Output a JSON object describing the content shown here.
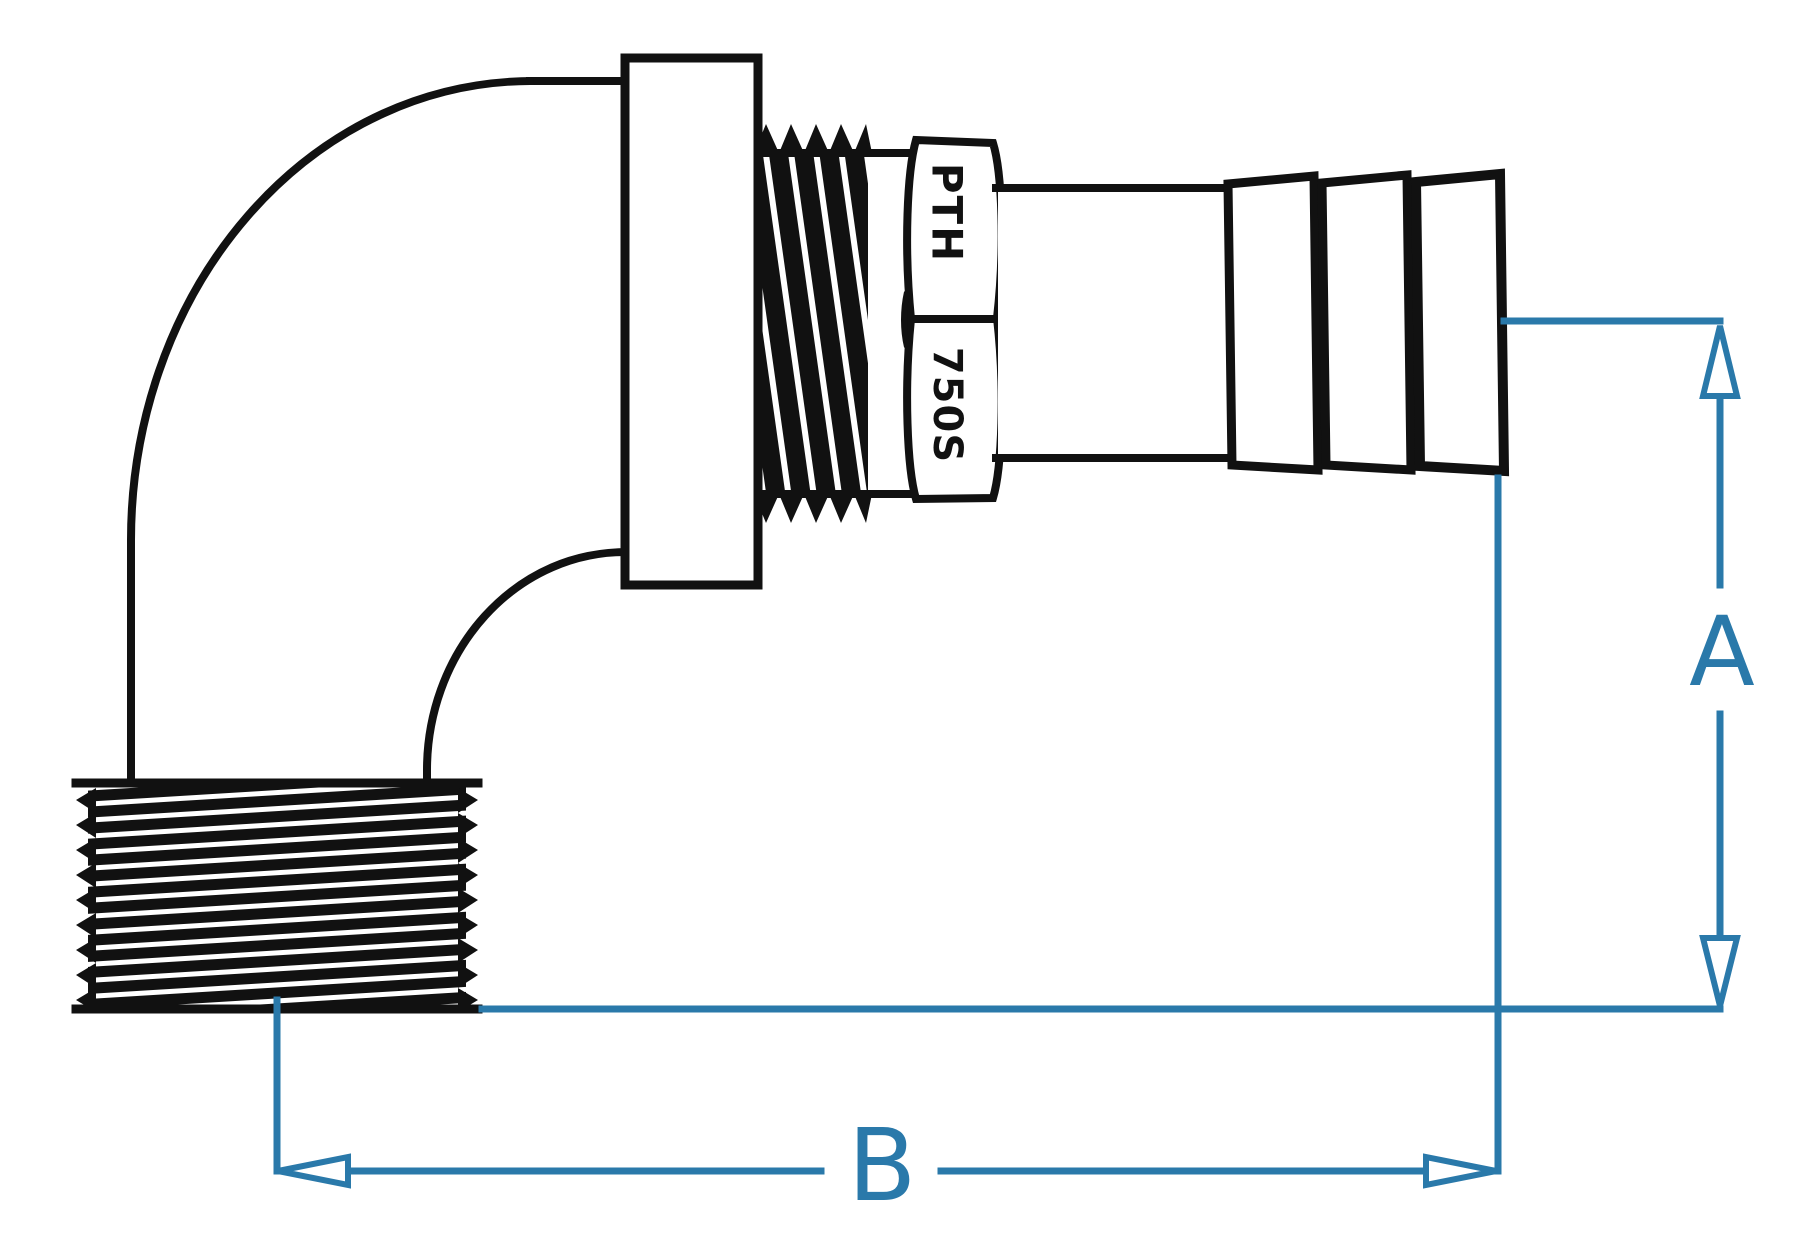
{
  "diagram": {
    "part_markings": {
      "upper": "PTH",
      "lower": "750S"
    },
    "dimensions": {
      "vertical": {
        "label": "A"
      },
      "horizontal": {
        "label": "B"
      }
    },
    "colors": {
      "outline": "#111111",
      "dimension": "#2a79aa",
      "background": "#ffffff"
    }
  }
}
